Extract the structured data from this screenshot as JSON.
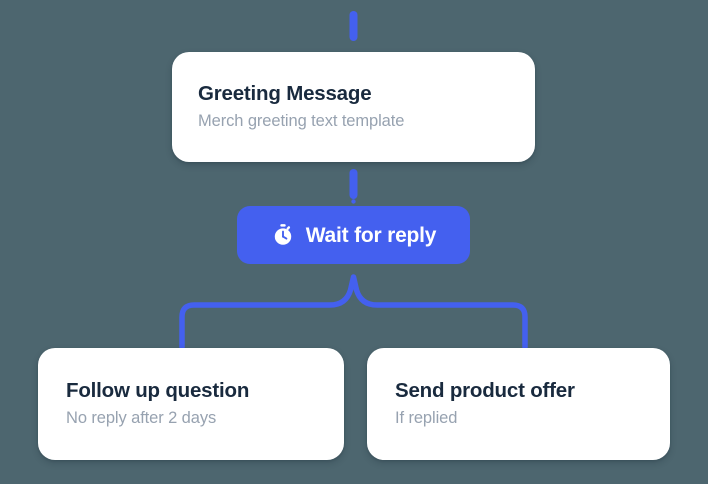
{
  "canvas": {
    "background_color": "#4d666f",
    "accent_color": "#4460ef",
    "card_background": "#ffffff",
    "title_color": "#192a3e",
    "subtitle_color": "#97a2b0"
  },
  "nodes": {
    "greeting": {
      "title": "Greeting Message",
      "subtitle": "Merch greeting text template"
    },
    "wait": {
      "label": "Wait for reply",
      "icon": "stopwatch-icon"
    },
    "follow_up": {
      "title": "Follow up question",
      "subtitle": "No reply after 2 days"
    },
    "product_offer": {
      "title": "Send product offer",
      "subtitle": "If replied"
    }
  },
  "connectors": {
    "inbound_top": "dashed",
    "greeting_to_wait": "dashed",
    "branch": "solid-split",
    "branch_color": "#4460ef"
  }
}
